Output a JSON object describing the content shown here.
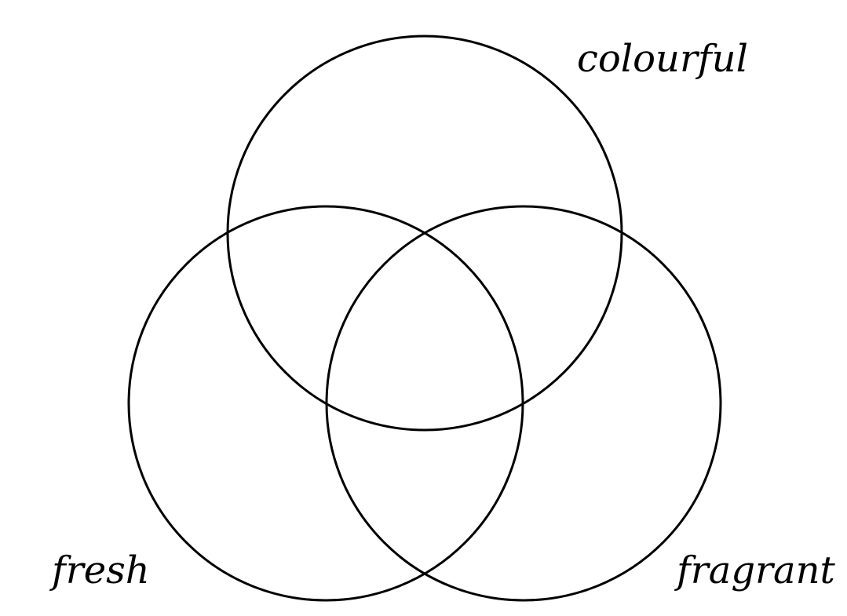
{
  "diagram": {
    "type": "venn",
    "sets": [
      {
        "id": "colourful",
        "label": "colourful"
      },
      {
        "id": "fresh",
        "label": "fresh"
      },
      {
        "id": "fragrant",
        "label": "fragrant"
      }
    ],
    "stroke_color": "#000000",
    "text_color": "#000000",
    "background_color": "#ffffff"
  }
}
